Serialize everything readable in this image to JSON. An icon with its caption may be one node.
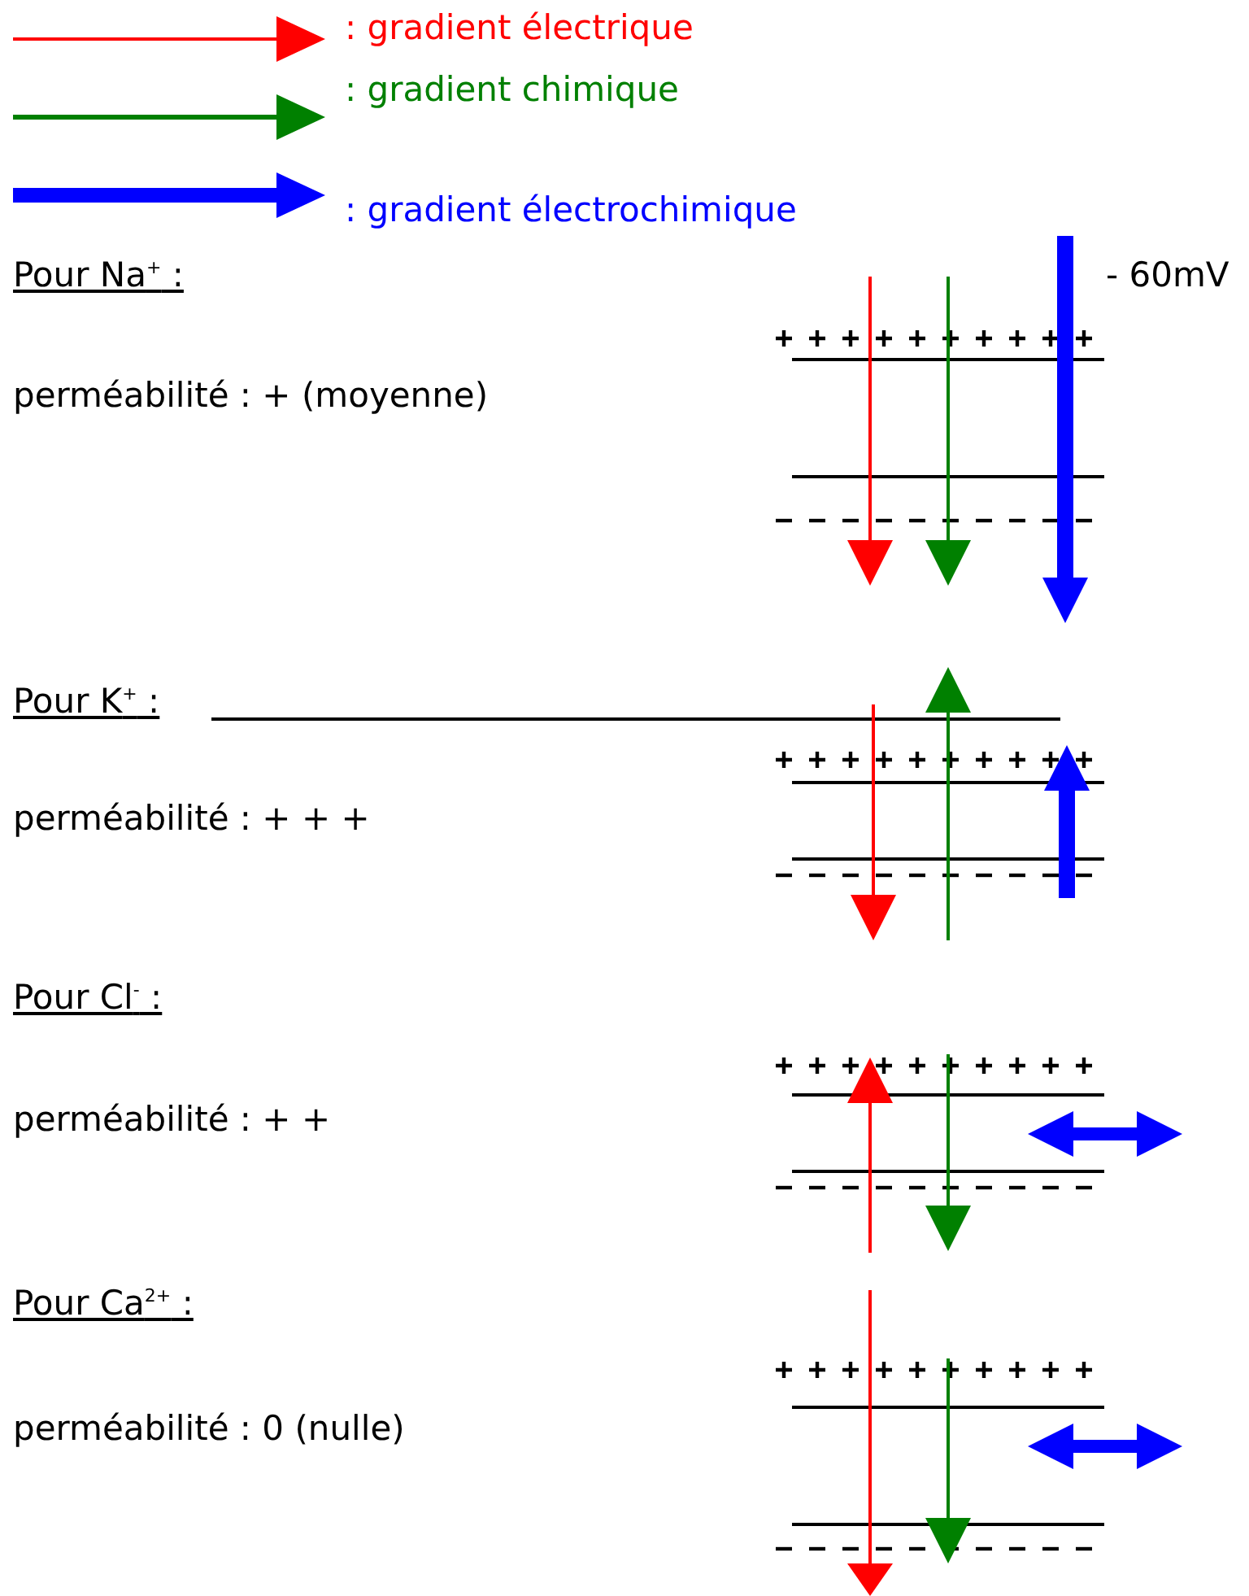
{
  "diagram": {
    "labels": [
      "Pour Na$^{+}$ :",
      "- 60mV",
      "perméabilité : + (moyenne)",
      "Pour K$^{+}$ :",
      "perméabilité : + + +",
      "Pour Cl$^{-}$ :",
      "perméabilité : + +",
      "Pour Ca$^{2+}$ :",
      "perméabilité : 0 (nulle)"
    ],
    "legend": [
      {
        "text": ": gradient électrique"
      },
      {
        "text": ": gradient chimique"
      },
      {
        "text": ": gradient électrochimique"
      }
    ]
  }
}
